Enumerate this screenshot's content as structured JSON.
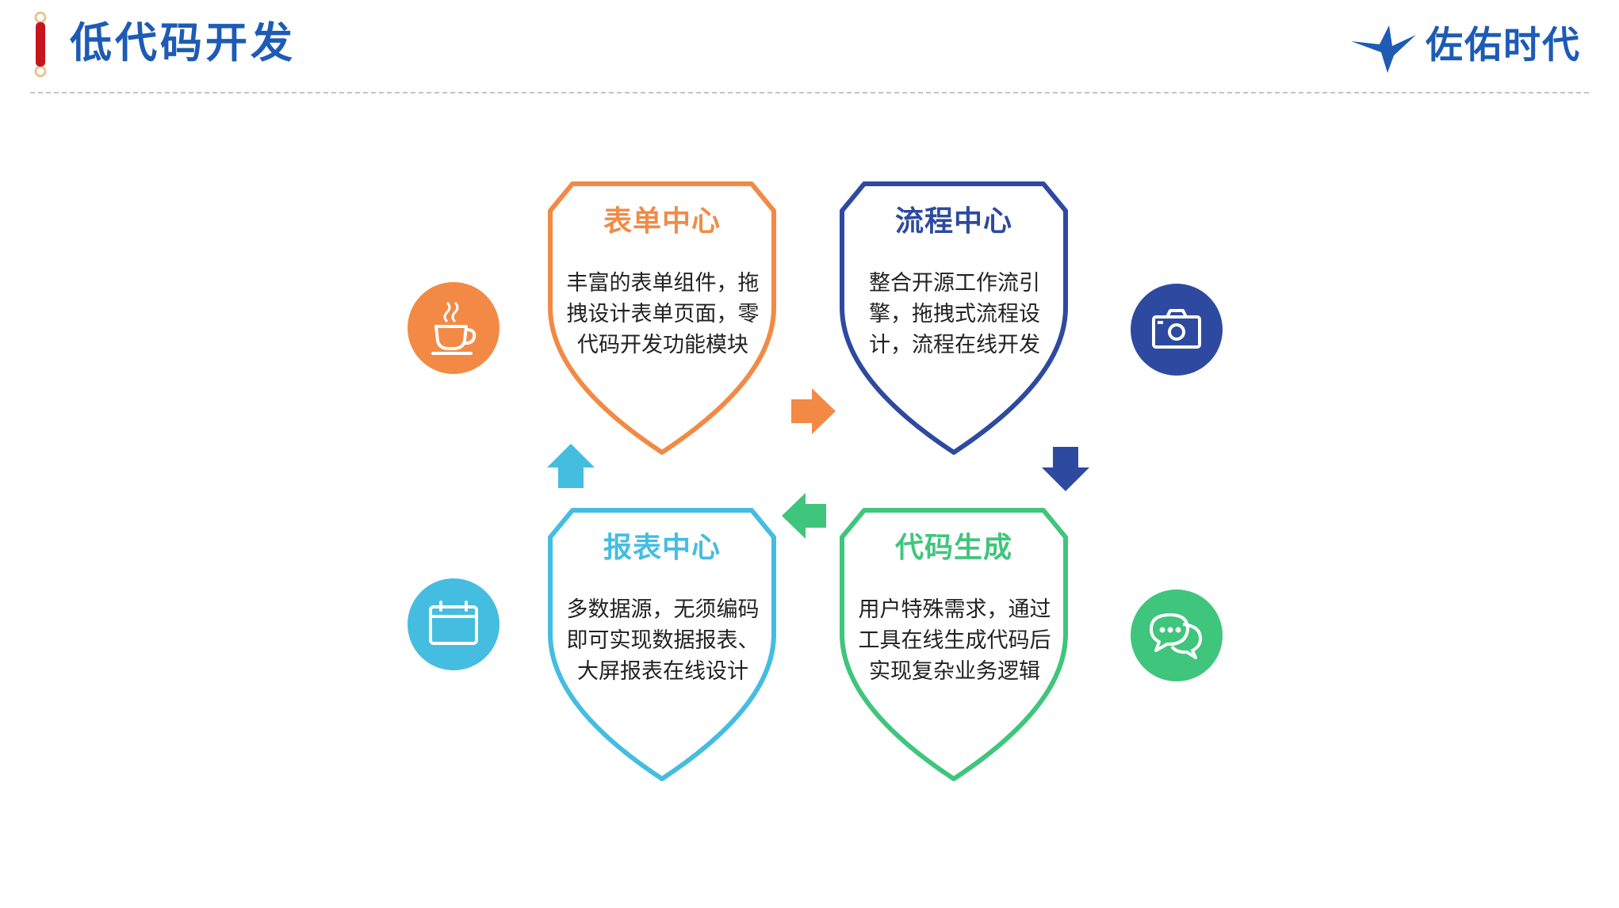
{
  "header": {
    "title": "低代码开发",
    "logo_text": "佐佑时代",
    "title_color": "#1d5bb5"
  },
  "cards": [
    {
      "key": "form",
      "title": "表单中心",
      "lines": [
        "丰富的表单组件，拖",
        "拽设计表单页面，零",
        "代码开发功能模块"
      ],
      "color": "#f28a45",
      "icon": "coffee-cup-icon"
    },
    {
      "key": "process",
      "title": "流程中心",
      "lines": [
        "整合开源工作流引",
        "擎，拖拽式流程设",
        "计，流程在线开发"
      ],
      "color": "#2e4aa0",
      "icon": "camera-icon"
    },
    {
      "key": "report",
      "title": "报表中心",
      "lines": [
        "多数据源，无须编码",
        "即可实现数据报表、",
        "大屏报表在线设计"
      ],
      "color": "#44bde1",
      "icon": "calendar-icon"
    },
    {
      "key": "codegen",
      "title": "代码生成",
      "lines": [
        "用户特殊需求，通过",
        "工具在线生成代码后",
        "实现复杂业务逻辑"
      ],
      "color": "#3fc57c",
      "icon": "chat-bubbles-icon"
    }
  ],
  "arrows": [
    {
      "name": "arrow-right",
      "color": "#f28a45"
    },
    {
      "name": "arrow-down",
      "color": "#2e4aa0"
    },
    {
      "name": "arrow-left",
      "color": "#3fc57c"
    },
    {
      "name": "arrow-up",
      "color": "#44bde1"
    }
  ]
}
